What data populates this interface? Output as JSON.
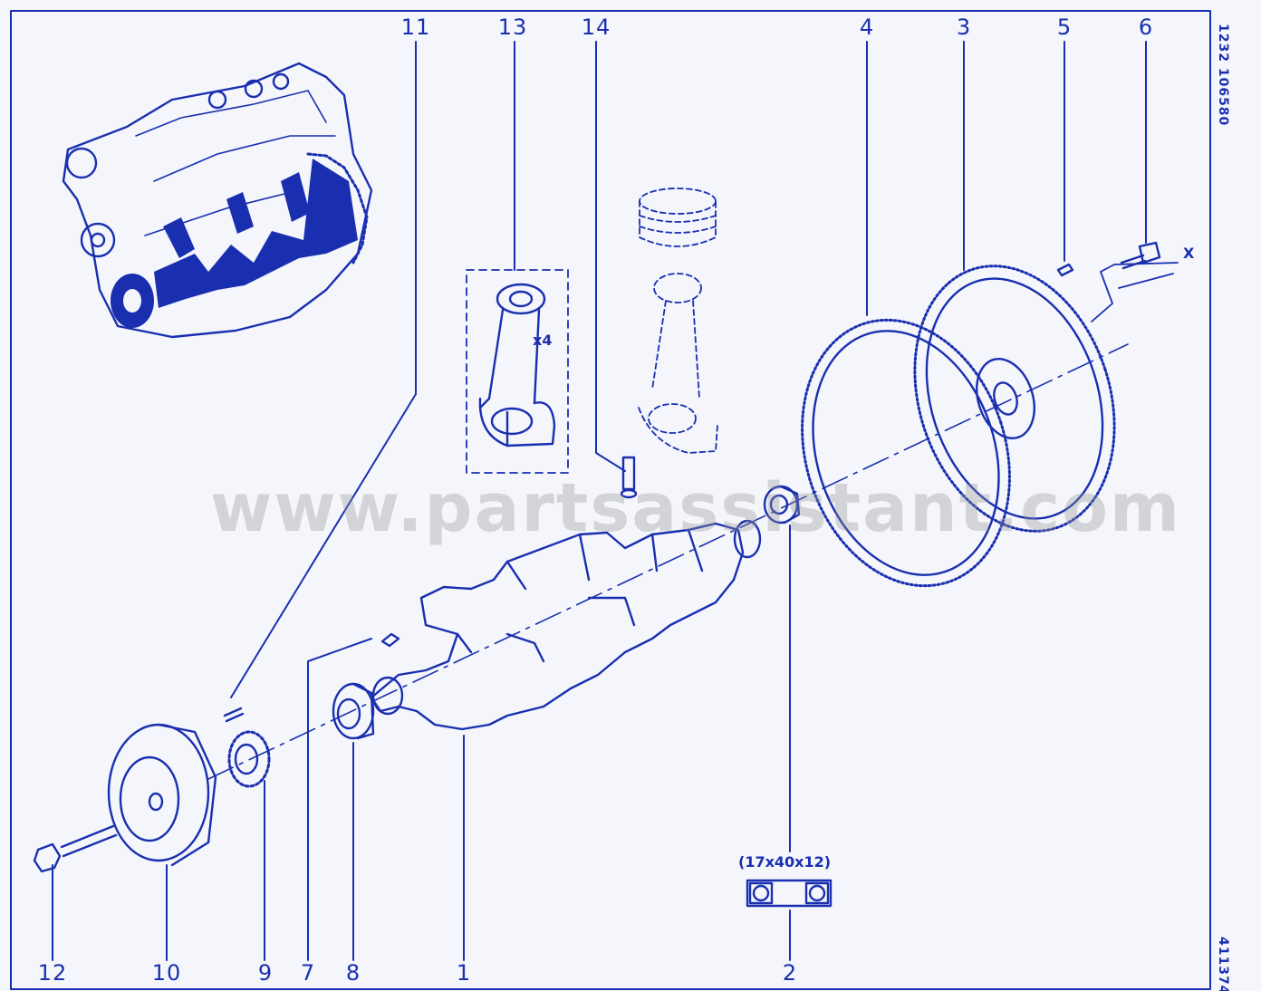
{
  "callouts": {
    "c11": "11",
    "c13": "13",
    "c14": "14",
    "c4": "4",
    "c3": "3",
    "c5": "5",
    "c6": "6",
    "c12": "12",
    "c10": "10",
    "c9": "9",
    "c7": "7",
    "c8": "8",
    "c1": "1",
    "c2": "2"
  },
  "side_top": "1232 106580",
  "side_bottom": "411374",
  "qty_label": "x4",
  "axis_label": "X",
  "bearing_spec": "(17x40x12)",
  "watermark": "www.partsassistant.com",
  "colors": {
    "ink": "#1a2fb0",
    "paper": "#f4f6fb"
  }
}
